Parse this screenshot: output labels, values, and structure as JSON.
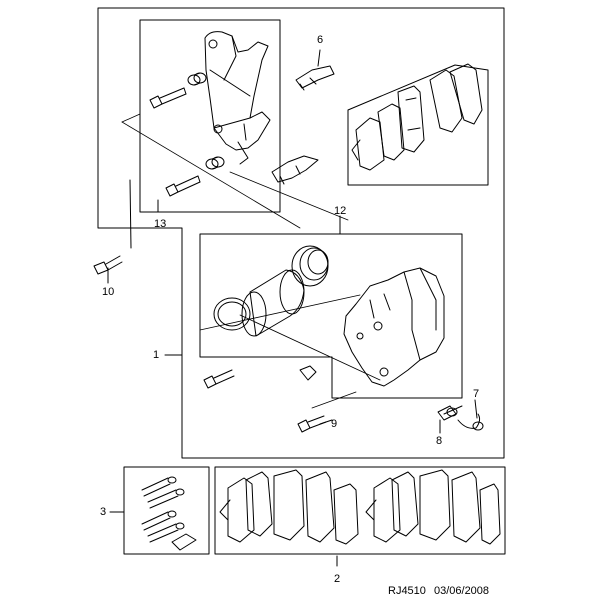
{
  "diagram": {
    "callouts": [
      {
        "id": "1",
        "label": "1"
      },
      {
        "id": "2",
        "label": "2"
      },
      {
        "id": "3",
        "label": "3"
      },
      {
        "id": "6",
        "label": "6"
      },
      {
        "id": "7",
        "label": "7"
      },
      {
        "id": "8",
        "label": "8"
      },
      {
        "id": "9",
        "label": "9"
      },
      {
        "id": "10",
        "label": "10"
      },
      {
        "id": "12",
        "label": "12"
      },
      {
        "id": "13",
        "label": "13"
      }
    ],
    "footer": {
      "code": "RJ4510",
      "date": "03/06/2008"
    }
  },
  "colors": {
    "line": "#000000",
    "background": "#ffffff"
  }
}
